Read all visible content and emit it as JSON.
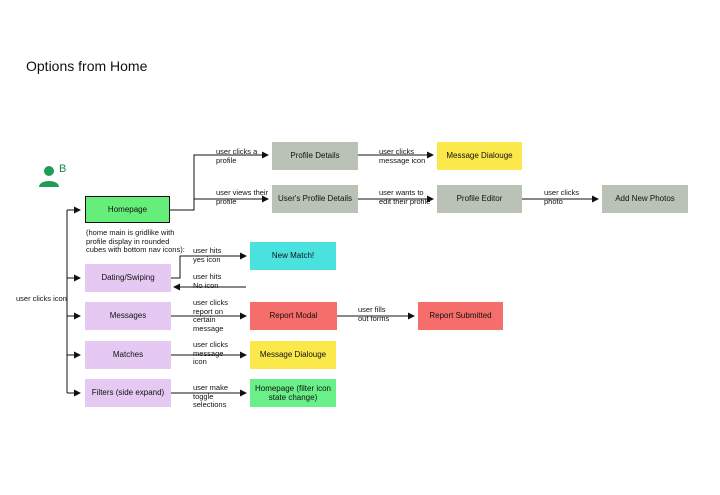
{
  "title": "Options from Home",
  "avatar": {
    "icon": "user-icon",
    "letter": "B",
    "color": "#1f9d55"
  },
  "colors": {
    "homepage": "#66ee7a",
    "gray": "#b9c2b5",
    "yellow": "#fbe84a",
    "cyan": "#4ae2df",
    "red": "#f56e6b",
    "purple": "#e5c9f2",
    "green_box": "#6af088"
  },
  "nodes": {
    "homepage": "Homepage",
    "profile_details": "Profile Details",
    "message_dialouge_top": "Message Dialouge",
    "users_profile_details": "User's Profile Details",
    "profile_editor": "Profile Editor",
    "add_new_photos": "Add New Photos",
    "dating_swiping": "Dating/Swiping",
    "new_match": "New Match!",
    "messages": "Messages",
    "report_modal": "Report Modal",
    "report_submitted": "Report Submitted",
    "matches": "Matches",
    "message_dialouge_bottom": "Message Dialouge",
    "filters": "Filters (side expand)",
    "homepage_filter": "Homepage (filter icon state change)"
  },
  "labels": {
    "user_clicks_profile": "user clicks a profile",
    "user_clicks_message_icon_top": "user clicks message icon",
    "user_views_profile": "user views their profile",
    "user_wants_edit": "user wants to edit their profile",
    "user_clicks_photo": "user clicks photo",
    "home_note": "(home main is gridlike with profile display in rounded cubes with bottom nav icons):",
    "user_clicks_icon": "user clicks icon",
    "user_hits_yes": "user hits yes icon",
    "user_hits_no": "user hits No icon",
    "user_clicks_report": "user clicks report on certain message",
    "user_fills_forms": "user fills out forms",
    "user_clicks_message_icon_bottom": "user clicks message icon",
    "user_make_toggle": "user make toggle selections"
  }
}
